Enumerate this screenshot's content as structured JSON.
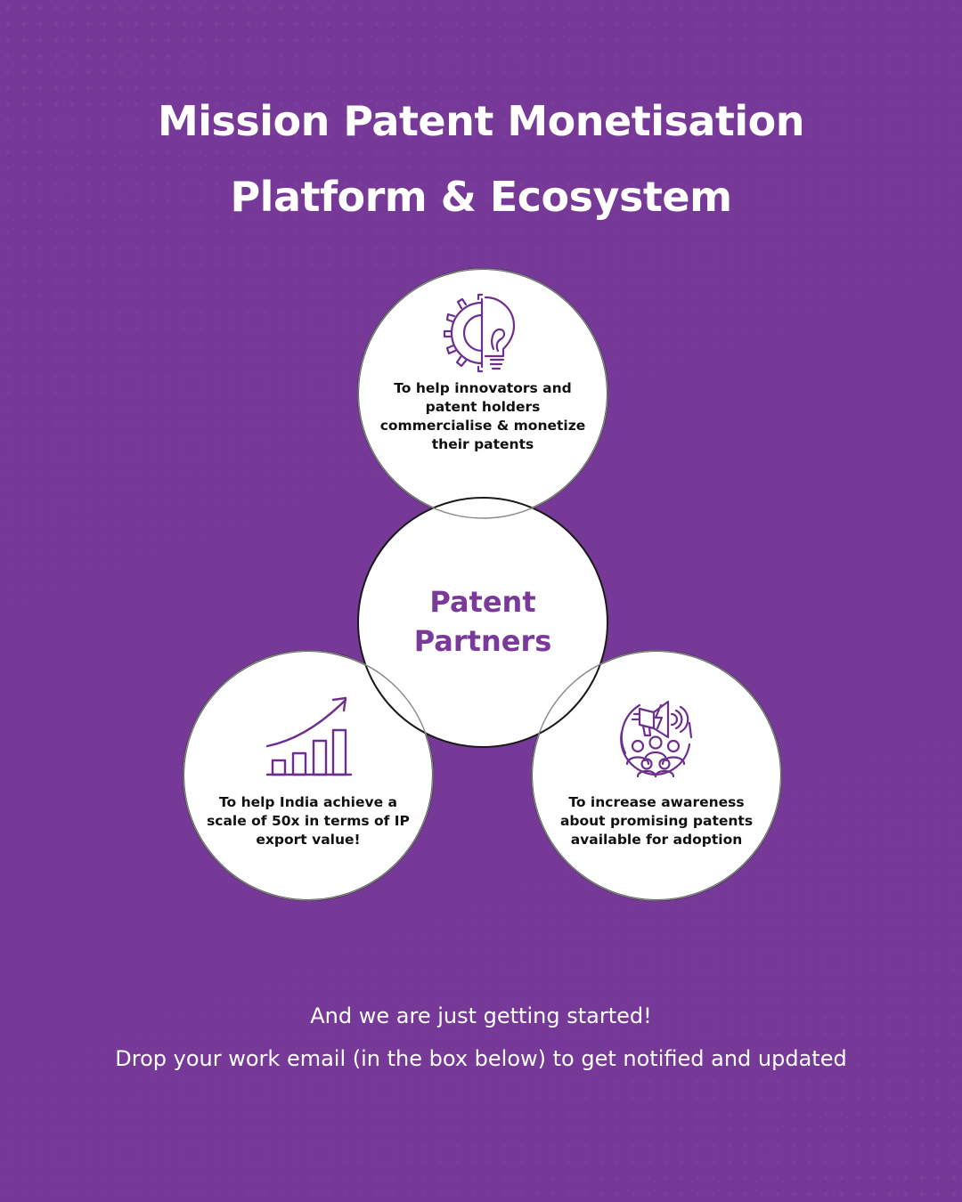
{
  "title": {
    "line1": "Mission Patent Monetisation",
    "line2": "Platform & Ecosystem"
  },
  "diagram": {
    "center": {
      "line1": "Patent",
      "line2": "Partners"
    },
    "circles": [
      {
        "icon": "gear-lightbulb-icon",
        "text": "To help innovators and patent holders commercialise & monetize their patents"
      },
      {
        "icon": "growth-chart-icon",
        "text": "To help India achieve a scale of 50x in terms of IP export value!"
      },
      {
        "icon": "megaphone-audience-icon",
        "text": "To increase awareness about promising patents available for adoption"
      }
    ]
  },
  "footer": {
    "line1": "And we are just getting started!",
    "line2": "Drop your work email (in the box below) to get notified and updated"
  },
  "colors": {
    "background": "#763997",
    "accent": "#7a3a9a",
    "circle_fill": "#ffffff",
    "outline": "#111111"
  }
}
